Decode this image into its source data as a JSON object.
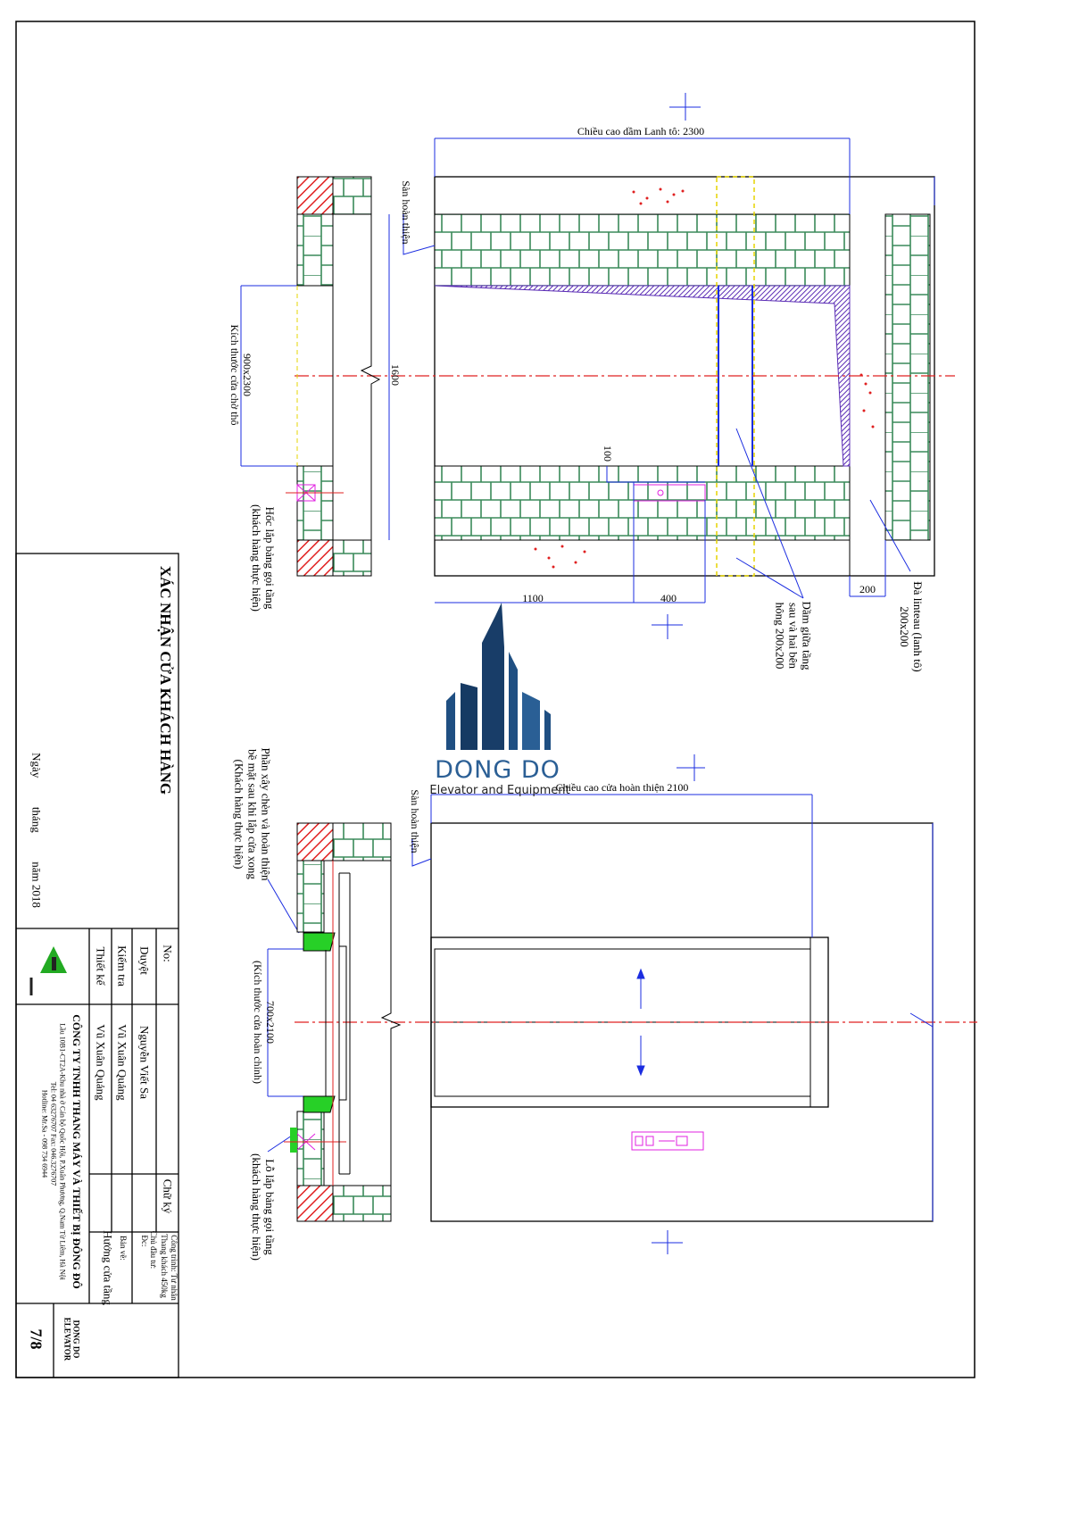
{
  "logo": {
    "name": "DONG DO",
    "subtitle": "Elevator and Equipment"
  },
  "top_view": {
    "lintel_height": "Chiều cao dầm Lanh tô: 2300",
    "finished_floor": "Sàn hoàn thiện",
    "dim_1600": "1600",
    "rough_opening": "900x2300",
    "rough_opening_label": "Kích thước cửa chờ thô",
    "dim_100": "100",
    "dim_1100": "1100",
    "dim_400": "400",
    "dim_200": "200",
    "beam_note": "Dầm giữa tầng\nsau và hai bên\nhông 200x200",
    "lintel_note": "Đà linteau (lanh tô)\n200x200",
    "call_box_note": "Hốc lắp bảng gọi tầng\n(khách hàng thực hiện)"
  },
  "bottom_view": {
    "door_height": "Chiều cao cửa hoàn thiện 2100",
    "finished_floor": "Sàn hoàn thiện",
    "infill_note": "Phần xây chèn và hoàn thiện\nbề mặt sau khi lắp cửa xong\n(Khách hàng thực hiện)",
    "door_size": "700x2100",
    "door_size_label": "(Kích thước cửa hoàn chỉnh)",
    "call_hole_note": "Lỗ lắp bảng gọi tầng\n(khách hàng thực hiện)"
  },
  "confirmation": {
    "title": "XÁC NHẬN CỬA KHÁCH HÀNG",
    "date_line": "Ngày          tháng          năm 2018"
  },
  "title_block": {
    "no_label": "No:",
    "approved_label": "Duyệt",
    "approved_name": "Nguyễn Viết Sa",
    "checked_label": "Kiểm tra",
    "checked_name": "Vũ Xuân Quảng",
    "designed_label": "Thiết kế",
    "designed_name": "Vũ Xuân Quảng",
    "signature_label": "Chữ ký",
    "project": "Công trình: Tư nhân",
    "project_type": "Thang khách 450kg",
    "investor": "Chủ đầu tư:",
    "address_label": "Đc:",
    "drawing_label": "Bản vẽ:",
    "drawing_name": "Hướng cửa tầng",
    "company": "CÔNG TY TNHH THANG MÁY VÀ THIẾT BỊ ĐÔNG ĐÔ",
    "company_address": "Lầu 10B1-CT2A-Khu nhà ở Cán bộ Quốc Hội, P.Xuân Phương, Q.Nam Từ Liêm, Hà Nội",
    "company_phone": "Tel: 04 63276707        Fax: 046.3276707",
    "company_hotline": "Hotline: Mr.Sa - 098 734 6944",
    "brand": "DONG DO\nELEVATOR",
    "sheet": "7/8"
  }
}
